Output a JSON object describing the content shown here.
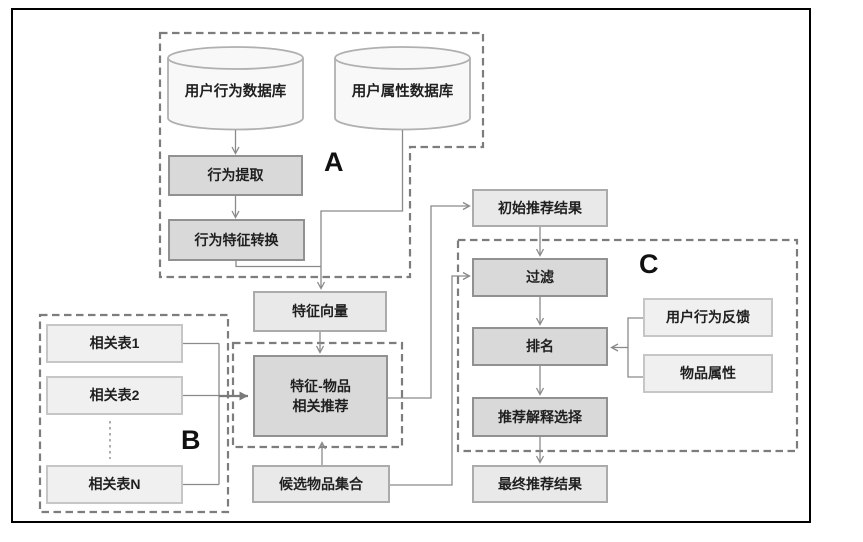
{
  "diagram": {
    "regions": {
      "a": "A",
      "b": "B",
      "c": "C"
    },
    "nodes": {
      "user_behavior_db": "用户行为数据库",
      "user_attr_db": "用户属性数据库",
      "behavior_extraction": "行为提取",
      "behavior_feature_transform": "行为特征转换",
      "feature_vector": "特征向量",
      "initial_result": "初始推荐结果",
      "related_table_1": "相关表1",
      "related_table_2": "相关表2",
      "related_table_n": "相关表N",
      "feature_item_rec": "特征-物品\n相关推荐",
      "candidate_items": "候选物品集合",
      "filter": "过滤",
      "ranking": "排名",
      "user_feedback": "用户行为反馈",
      "item_attrs": "物品属性",
      "explanation_select": "推荐解释选择",
      "final_result": "最终推荐结果"
    },
    "colors": {
      "process_fill": "#d9d9d9",
      "process_border": "#919191",
      "result_fill": "#e9e9e9",
      "result_border": "#ababab",
      "source_fill": "#f0f0f0",
      "source_border": "#c6c6c6",
      "cylinder_fill": "#f8f8f8",
      "cylinder_border": "#b0b0b0",
      "connector": "#8a8a8a",
      "dashed_region": "#7d7d7d",
      "frame": "#000000"
    }
  }
}
